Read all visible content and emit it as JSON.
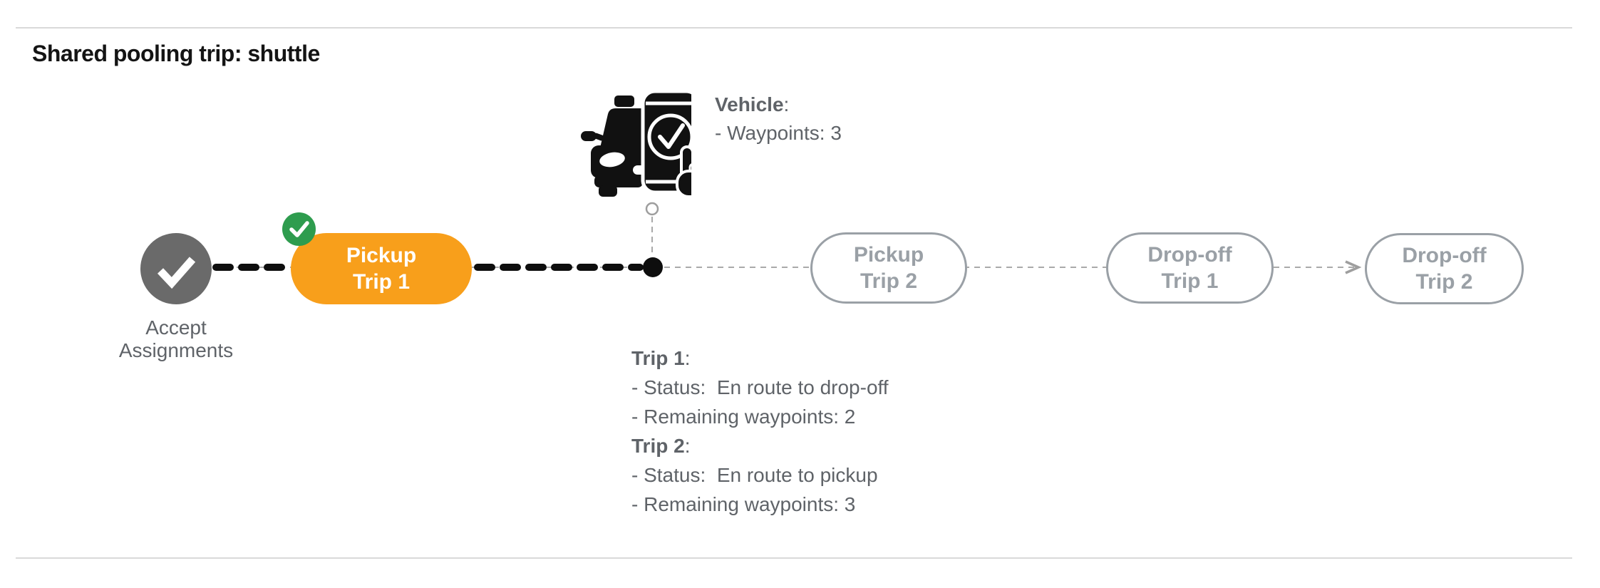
{
  "page": {
    "title": "Shared pooling trip: shuttle"
  },
  "punct": {
    "colon": ":"
  },
  "colors": {
    "accent_orange": "#F89F1B",
    "success_green": "#2E9C4E",
    "node_gray": "#6A6A6A",
    "muted_gray": "#9AA0A6",
    "text_gray": "#5F6368",
    "line_black": "#0E0E0E"
  },
  "timeline": {
    "start": {
      "label": "Accept\nAssignments"
    },
    "nodes": [
      {
        "label": "Pickup\nTrip 1",
        "state": "completed"
      },
      {
        "label": "Pickup\nTrip 2",
        "state": "pending"
      },
      {
        "label": "Drop-off\nTrip 1",
        "state": "pending"
      },
      {
        "label": "Drop-off\nTrip 2",
        "state": "pending"
      }
    ]
  },
  "vehicle_info": {
    "label": "Vehicle",
    "waypoints": "- Waypoints: 3"
  },
  "trip_info": {
    "trips": [
      {
        "label": "Trip 1",
        "status": "- Status:  En route to drop-off",
        "remaining": "- Remaining waypoints: 2"
      },
      {
        "label": "Trip 2",
        "status": "- Status:  En route to pickup",
        "remaining": "- Remaining waypoints: 3"
      }
    ]
  }
}
